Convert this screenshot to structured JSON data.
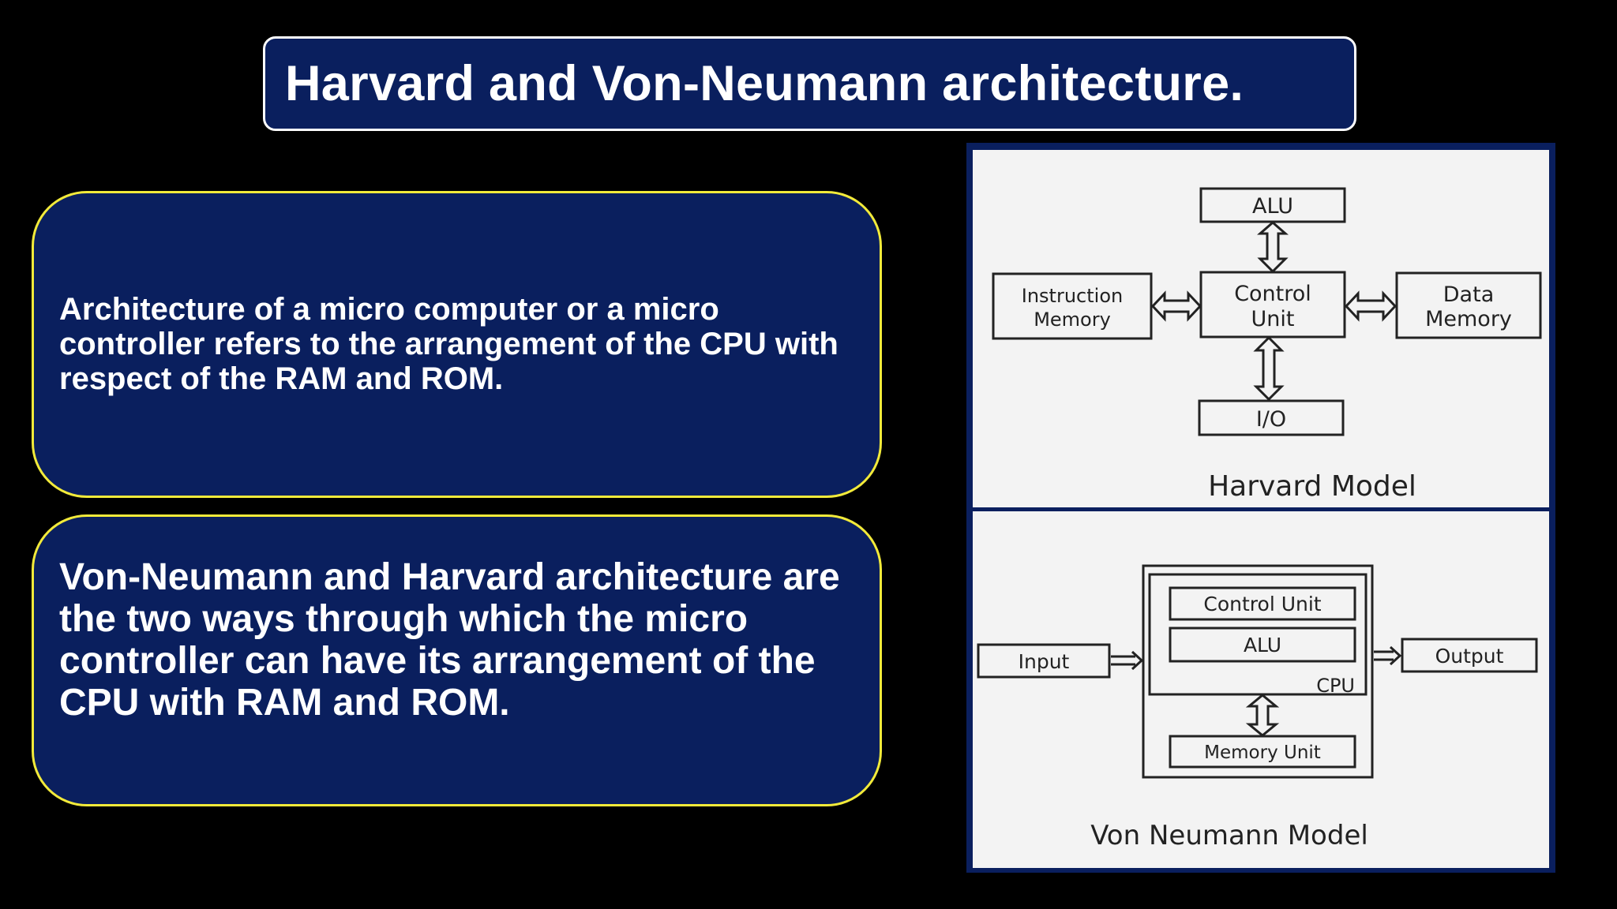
{
  "slide": {
    "title": "Harvard and Von-Neumann architecture.",
    "card1_text": "Architecture of a micro computer or a micro controller refers to the arrangement of the CPU with respect of the RAM and ROM.",
    "card2_text": "Von-Neumann and Harvard architecture are the two ways through which the micro controller can have its arrangement of the CPU with RAM and ROM.",
    "colors": {
      "background": "#000000",
      "panel": "#0a1f5e",
      "card_border": "#f2ea3a",
      "title_border": "#ffffff",
      "diagram_bg": "#f3f3f3",
      "diagram_frame": "#0a1f5e"
    }
  },
  "harvard": {
    "alu": "ALU",
    "control_unit_line1": "Control",
    "control_unit_line2": "Unit",
    "instruction_memory_line1": "Instruction",
    "instruction_memory_line2": "Memory",
    "data_memory_line1": "Data",
    "data_memory_line2": "Memory",
    "io": "I/O",
    "caption": "Harvard Model"
  },
  "von_neumann": {
    "input": "Input",
    "output": "Output",
    "control_unit": "Control Unit",
    "alu": "ALU",
    "cpu": "CPU",
    "memory_unit": "Memory Unit",
    "caption": "Von Neumann Model"
  }
}
